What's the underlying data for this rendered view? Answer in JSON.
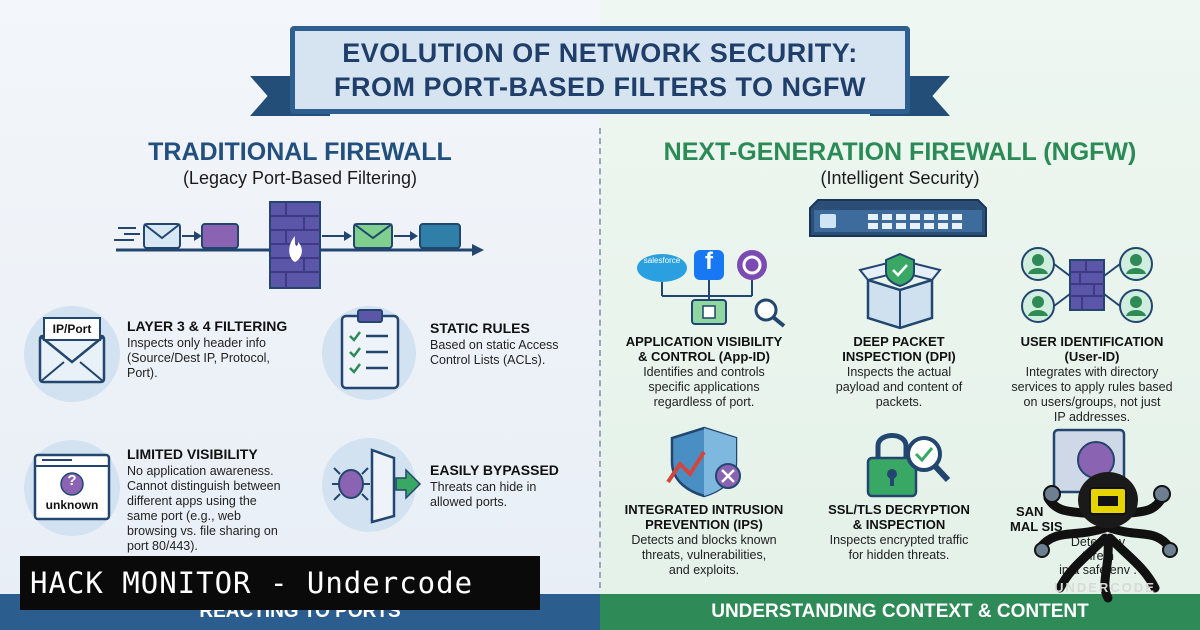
{
  "banner": {
    "line1": "EVOLUTION OF NETWORK SECURITY:",
    "line2": "FROM PORT-BASED FILTERS TO NGFW"
  },
  "left": {
    "title": "TRADITIONAL FIREWALL",
    "subtitle": "(Legacy Port-Based Filtering)",
    "features": [
      {
        "title": "LAYER 3 & 4 FILTERING",
        "desc": [
          "Inspects only header info",
          "(Source/Dest IP, Protocol,",
          "Port)."
        ],
        "icon_label": "IP/Port"
      },
      {
        "title": "STATIC RULES",
        "desc": [
          "Based on static Access",
          "Control Lists (ACLs)."
        ]
      },
      {
        "title": "LIMITED VISIBILITY",
        "desc": [
          "No application awareness.",
          "Cannot distinguish between",
          "different apps using the",
          "same port (e.g., web",
          "browsing vs. file sharing on",
          "port 80/443)."
        ],
        "icon_label": "unknown"
      },
      {
        "title": "EASILY BYPASSED",
        "desc": [
          "Threats can hide in",
          "allowed ports."
        ]
      }
    ],
    "bottom_bar": "REACTING TO PORTS"
  },
  "right": {
    "title": "NEXT-GENERATION FIREWALL (NGFW)",
    "subtitle": "(Intelligent Security)",
    "items": [
      {
        "title": [
          "APPLICATION VISIBILITY",
          "& CONTROL (App-ID)"
        ],
        "desc": [
          "Identifies and controls",
          "specific applications",
          "regardless of port."
        ],
        "icon_label": "salesforce"
      },
      {
        "title": [
          "DEEP PACKET",
          "INSPECTION (DPI)"
        ],
        "desc": [
          "Inspects the actual",
          "payload and content of",
          "packets."
        ]
      },
      {
        "title": [
          "USER IDENTIFICATION",
          "(User-ID)"
        ],
        "desc": [
          "Integrates with directory",
          "services to apply rules based",
          "on users/groups, not just",
          "IP addresses."
        ]
      },
      {
        "title": [
          "INTEGRATED INTRUSION",
          "PREVENTION (IPS)"
        ],
        "desc": [
          "Detects and blocks known",
          "threats, vulnerabilities,",
          "and exploits."
        ]
      },
      {
        "title": [
          "SSL/TLS DECRYPTION",
          "& INSPECTION"
        ],
        "desc": [
          "Inspects encrypted traffic",
          "for hidden threats."
        ]
      },
      {
        "title": [
          "SAN",
          "MAL SIS"
        ],
        "desc": [
          "Dete -day",
          "thre n",
          "in a safe env ."
        ]
      }
    ],
    "bottom_bar": "UNDERSTANDING CONTEXT & CONTENT"
  },
  "watermark": {
    "text": "HACK MONITOR - Undercode",
    "logo_text": "UNDERCODE"
  },
  "colors": {
    "left_accent": "#2b5d8f",
    "right_accent": "#2e8a56",
    "banner_border": "#2d5f90"
  }
}
